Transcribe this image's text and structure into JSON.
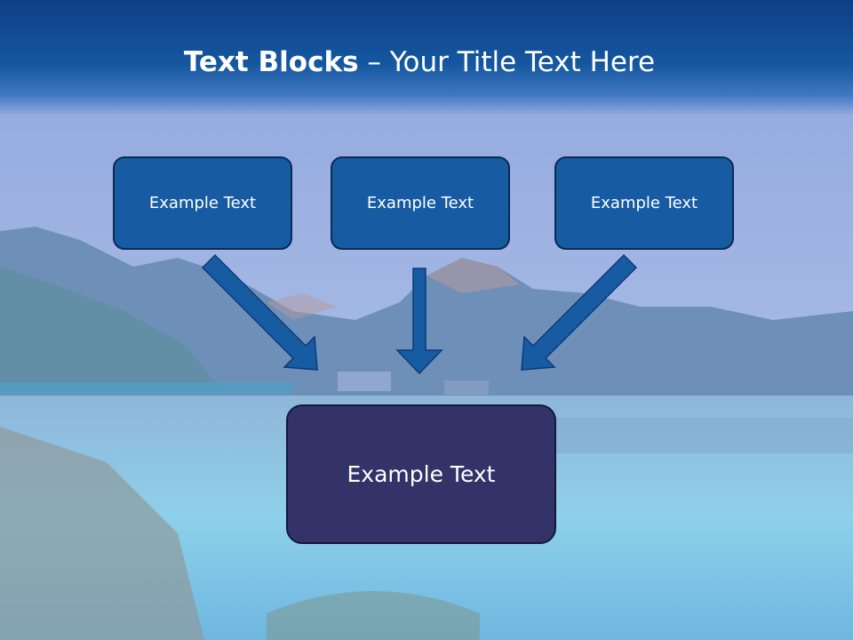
{
  "title": {
    "bold": "Text Blocks",
    "dash": "–",
    "rest": "Your Title Text Here"
  },
  "boxes": {
    "left": "Example Text",
    "center": "Example Text",
    "right": "Example Text",
    "main": "Example Text"
  },
  "colors": {
    "header": "#14579f",
    "box_fill": "#175ba3",
    "main_fill": "#33336a",
    "arrow": "#175ba3"
  }
}
